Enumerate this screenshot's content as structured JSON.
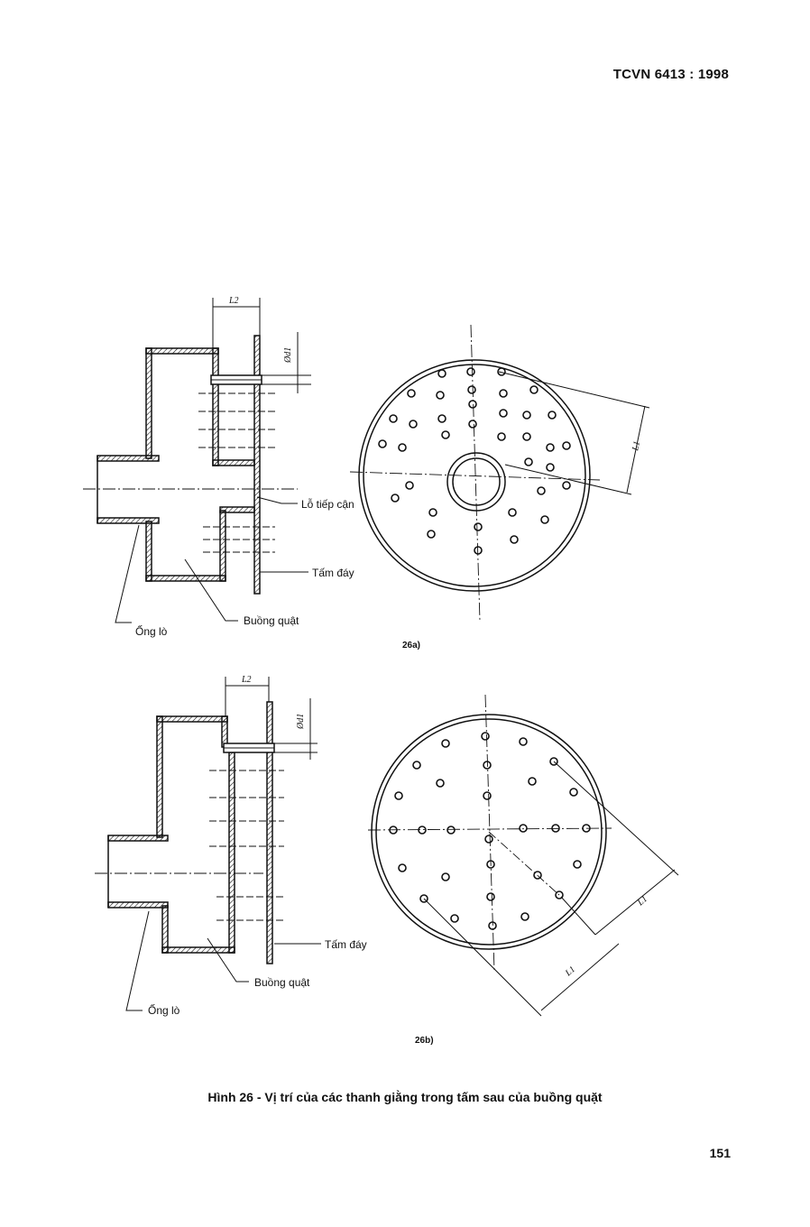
{
  "header": {
    "standard_code": "TCVN 6413 : 1998"
  },
  "figure_a": {
    "subfigure_label": "26a)",
    "labels": {
      "access_hole": "Lỗ tiếp cận",
      "bottom_plate": "Tấm đáy",
      "furnace_tube": "Ống lò",
      "chamber": "Buồng quật",
      "dim_l2": "L2",
      "dim_d1": "Ød1",
      "dim_l1": "L1"
    }
  },
  "figure_b": {
    "subfigure_label": "26b)",
    "labels": {
      "bottom_plate": "Tấm đáy",
      "chamber": "Buồng quật",
      "furnace_tube": "Ống lò",
      "dim_l2": "L2",
      "dim_d1": "Ød1",
      "dim_l1_a": "L1",
      "dim_l1_b": "L1"
    }
  },
  "caption": "Hình 26 - Vị trí của các thanh giằng trong tấm sau của buồng quặt",
  "page_number": "151"
}
